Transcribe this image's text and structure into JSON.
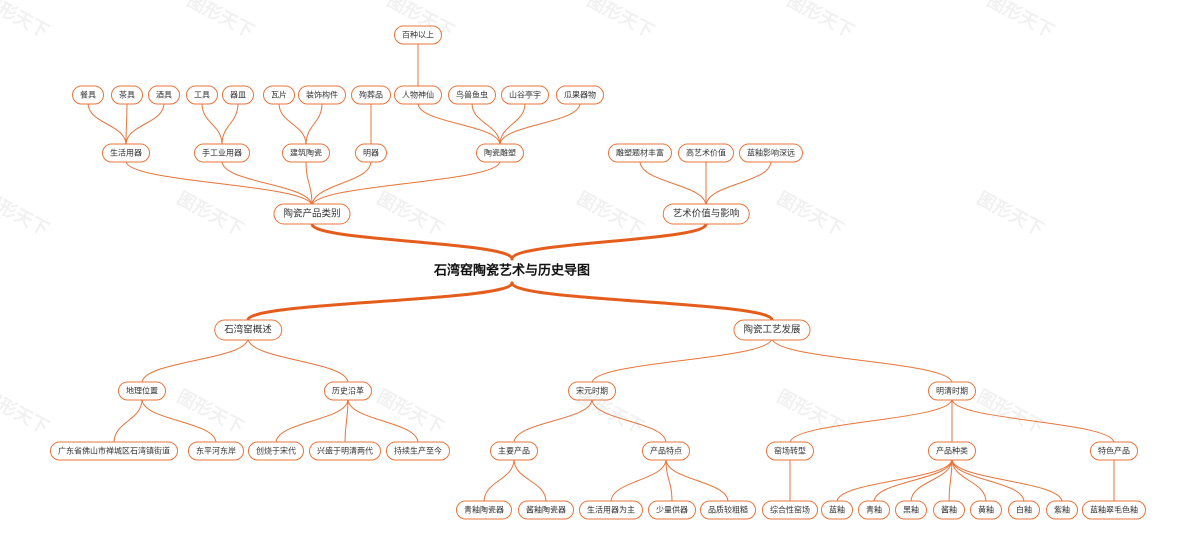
{
  "colors": {
    "link": "#e8743b",
    "main_link": "#e45d1d",
    "node_border": "#e8743b"
  },
  "watermark": "图形天下",
  "root": {
    "id": "root",
    "label": "石湾窑陶瓷艺术与历史导图"
  },
  "branches": [
    {
      "id": "b1",
      "label": "陶瓷产品类别",
      "children": [
        {
          "id": "b1a",
          "label": "生活用器",
          "children": [
            {
              "id": "b1a1",
              "label": "餐具"
            },
            {
              "id": "b1a2",
              "label": "茶具"
            },
            {
              "id": "b1a3",
              "label": "酒具"
            }
          ]
        },
        {
          "id": "b1b",
          "label": "手工业用器",
          "children": [
            {
              "id": "b1b1",
              "label": "工具"
            },
            {
              "id": "b1b2",
              "label": "器皿"
            }
          ]
        },
        {
          "id": "b1c",
          "label": "建筑陶瓷",
          "children": [
            {
              "id": "b1c1",
              "label": "瓦片"
            },
            {
              "id": "b1c2",
              "label": "装饰构件"
            }
          ]
        },
        {
          "id": "b1d",
          "label": "明器",
          "children": [
            {
              "id": "b1d1",
              "label": "殉葬品"
            }
          ]
        },
        {
          "id": "b1e",
          "label": "陶瓷雕塑",
          "children": [
            {
              "id": "b1e1",
              "label": "人物神仙",
              "children": [
                {
                  "id": "b1e1a",
                  "label": "百种以上"
                }
              ]
            },
            {
              "id": "b1e2",
              "label": "鸟兽鱼虫"
            },
            {
              "id": "b1e3",
              "label": "山谷亭宇"
            },
            {
              "id": "b1e4",
              "label": "瓜果器物"
            }
          ]
        }
      ]
    },
    {
      "id": "b2",
      "label": "艺术价值与影响",
      "children": [
        {
          "id": "b2a",
          "label": "雕塑题材丰富"
        },
        {
          "id": "b2b",
          "label": "高艺术价值"
        },
        {
          "id": "b2c",
          "label": "蓝釉影响深远"
        }
      ]
    },
    {
      "id": "b3",
      "label": "石湾窑概述",
      "children": [
        {
          "id": "b3a",
          "label": "地理位置",
          "children": [
            {
              "id": "b3a1",
              "label": "广东省佛山市禅城区石湾镇街道"
            },
            {
              "id": "b3a2",
              "label": "东平河东岸"
            }
          ]
        },
        {
          "id": "b3b",
          "label": "历史沿革",
          "children": [
            {
              "id": "b3b1",
              "label": "创烧于宋代"
            },
            {
              "id": "b3b2",
              "label": "兴盛于明清两代"
            },
            {
              "id": "b3b3",
              "label": "持续生产至今"
            }
          ]
        }
      ]
    },
    {
      "id": "b4",
      "label": "陶瓷工艺发展",
      "children": [
        {
          "id": "b4a",
          "label": "宋元时期",
          "children": [
            {
              "id": "b4a1",
              "label": "主要产品",
              "children": [
                {
                  "id": "b4a1a",
                  "label": "青釉陶瓷器"
                },
                {
                  "id": "b4a1b",
                  "label": "酱釉陶瓷器"
                }
              ]
            },
            {
              "id": "b4a2",
              "label": "产品特点",
              "children": [
                {
                  "id": "b4a2a",
                  "label": "生活用器为主"
                },
                {
                  "id": "b4a2b",
                  "label": "少量供器"
                },
                {
                  "id": "b4a2c",
                  "label": "品质较粗糙"
                }
              ]
            }
          ]
        },
        {
          "id": "b4b",
          "label": "明清时期",
          "children": [
            {
              "id": "b4b1",
              "label": "窑场转型",
              "children": [
                {
                  "id": "b4b1a",
                  "label": "综合性窑场"
                }
              ]
            },
            {
              "id": "b4b2",
              "label": "产品种类",
              "children": [
                {
                  "id": "b4b2a",
                  "label": "蓝釉"
                },
                {
                  "id": "b4b2b",
                  "label": "青釉"
                },
                {
                  "id": "b4b2c",
                  "label": "黑釉"
                },
                {
                  "id": "b4b2d",
                  "label": "酱釉"
                },
                {
                  "id": "b4b2e",
                  "label": "黄釉"
                },
                {
                  "id": "b4b2f",
                  "label": "白釉"
                },
                {
                  "id": "b4b2g",
                  "label": "紫釉"
                }
              ]
            },
            {
              "id": "b4b3",
              "label": "特色产品",
              "children": [
                {
                  "id": "b4b3a",
                  "label": "蓝釉翠毛色釉"
                }
              ]
            }
          ]
        }
      ]
    }
  ]
}
